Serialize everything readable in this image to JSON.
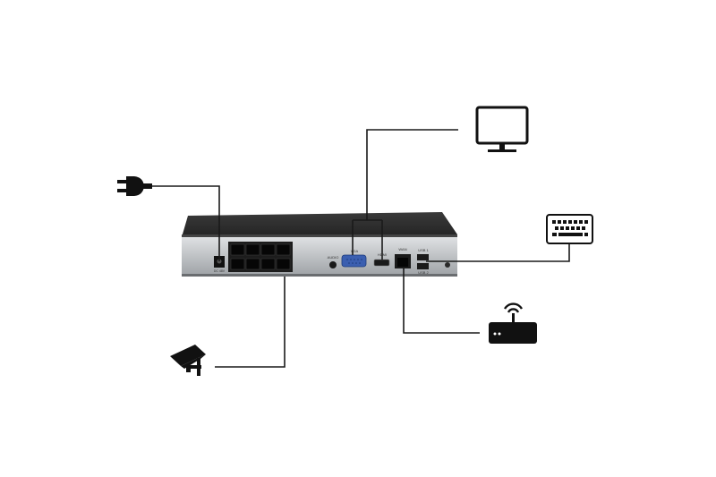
{
  "nvr": {
    "port_labels": {
      "dc": "DC 48V",
      "audio": "AUDIO",
      "vga": "VGA",
      "hdmi": "HDMI",
      "wan": "WAN",
      "usb1": "USB 1",
      "usb2": "USB 2"
    }
  },
  "icons": [
    "power-plug-icon",
    "monitor-icon",
    "keyboard-icon",
    "router-icon",
    "security-camera-icon"
  ],
  "colors": {
    "line": "#1a1a1a",
    "icon": "#111111",
    "device_top": "#2e2e2e",
    "device_panel": "#b9bcbf"
  }
}
